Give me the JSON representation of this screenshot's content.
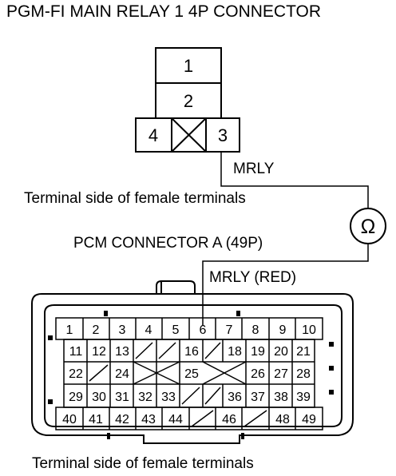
{
  "relay": {
    "title": "PGM-FI MAIN RELAY 1 4P CONNECTOR",
    "pins": [
      "1",
      "2",
      "4",
      "3"
    ],
    "wire_label": "MRLY",
    "caption": "Terminal side of female terminals"
  },
  "meter": {
    "symbol": "Ω"
  },
  "pcm": {
    "title": "PCM CONNECTOR A (49P)",
    "wire_label": "MRLY (RED)",
    "caption": "Terminal side of female terminals",
    "row1": [
      "1",
      "2",
      "3",
      "4",
      "5",
      "6",
      "7",
      "8",
      "9",
      "10"
    ],
    "row2": [
      "11",
      "12",
      "13",
      "16",
      "18",
      "19",
      "20",
      "21"
    ],
    "row3": [
      "22",
      "24",
      "25",
      "26",
      "27",
      "28"
    ],
    "row4": [
      "29",
      "30",
      "31",
      "32",
      "33",
      "36",
      "37",
      "38",
      "39"
    ],
    "row5": [
      "40",
      "41",
      "42",
      "43",
      "44",
      "46",
      "48",
      "49"
    ]
  }
}
